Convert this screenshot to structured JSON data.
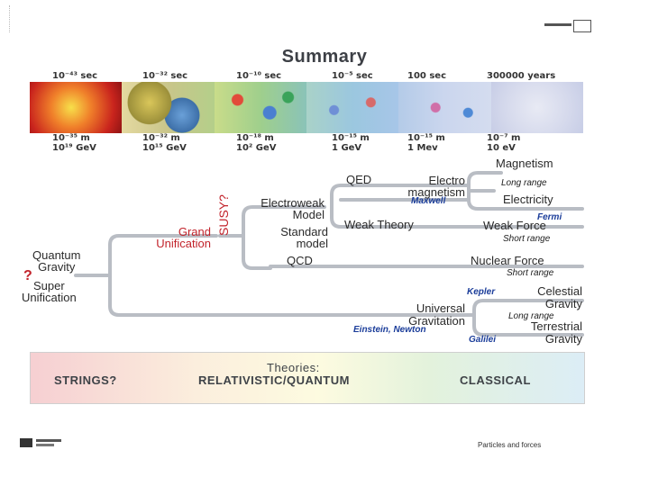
{
  "header": {
    "title": "Summary"
  },
  "timeline": {
    "times": [
      "10⁻⁴³ sec",
      "10⁻³² sec",
      "10⁻¹⁰ sec",
      "10⁻⁵ sec",
      "100 sec",
      "300000 years"
    ],
    "sizes": [
      "10⁻³⁵ m",
      "10⁻³² m",
      "10⁻¹⁸ m",
      "10⁻¹⁵ m",
      "10⁻¹⁵ m",
      "10⁻⁷ m"
    ],
    "energies": [
      "10¹⁹ GeV",
      "10¹⁵ GeV",
      "10² GeV",
      "1 GeV",
      "1 Mev",
      "10 eV"
    ]
  },
  "forces": {
    "quantum_gravity": [
      "Quantum",
      "Gravity"
    ],
    "question": "?",
    "super_unification": [
      "Super",
      "Unification"
    ],
    "grand_unification": [
      "Grand",
      "Unification"
    ],
    "susy": "SUSY?",
    "electroweak_model": [
      "Electroweak",
      "Model"
    ],
    "standard_model": [
      "Standard",
      "model"
    ],
    "qcd": "QCD",
    "qed": "QED",
    "electro_magnetism": [
      "Electro",
      "magnetism"
    ],
    "maxwell": "Maxwell",
    "weak_theory": "Weak Theory",
    "magnetism": "Magnetism",
    "magnetism_range": "Long range",
    "electricity": "Electricity",
    "fermi": "Fermi",
    "weak_force": "Weak Force",
    "weak_range": "Short range",
    "nuclear_force": "Nuclear Force",
    "nuclear_range": "Short range",
    "kepler": "Kepler",
    "celestial_gravity": [
      "Celestial",
      "Gravity"
    ],
    "celestial_range": "Long range",
    "universal_gravitation": [
      "Universal",
      "Gravitation"
    ],
    "einstein_newton": "Einstein, Newton",
    "galilei": "Galilei",
    "terrestrial_gravity": [
      "Terrestrial",
      "Gravity"
    ]
  },
  "theories": {
    "heading": [
      "Theories:",
      "RELATIVISTIC/QUANTUM"
    ],
    "strings": "STRINGS?",
    "classical": "CLASSICAL"
  },
  "footer": {
    "caption": "Particles and forces"
  },
  "colors": {
    "branch_line": "#b9bdc4",
    "name_blue": "#1b3d9a"
  }
}
